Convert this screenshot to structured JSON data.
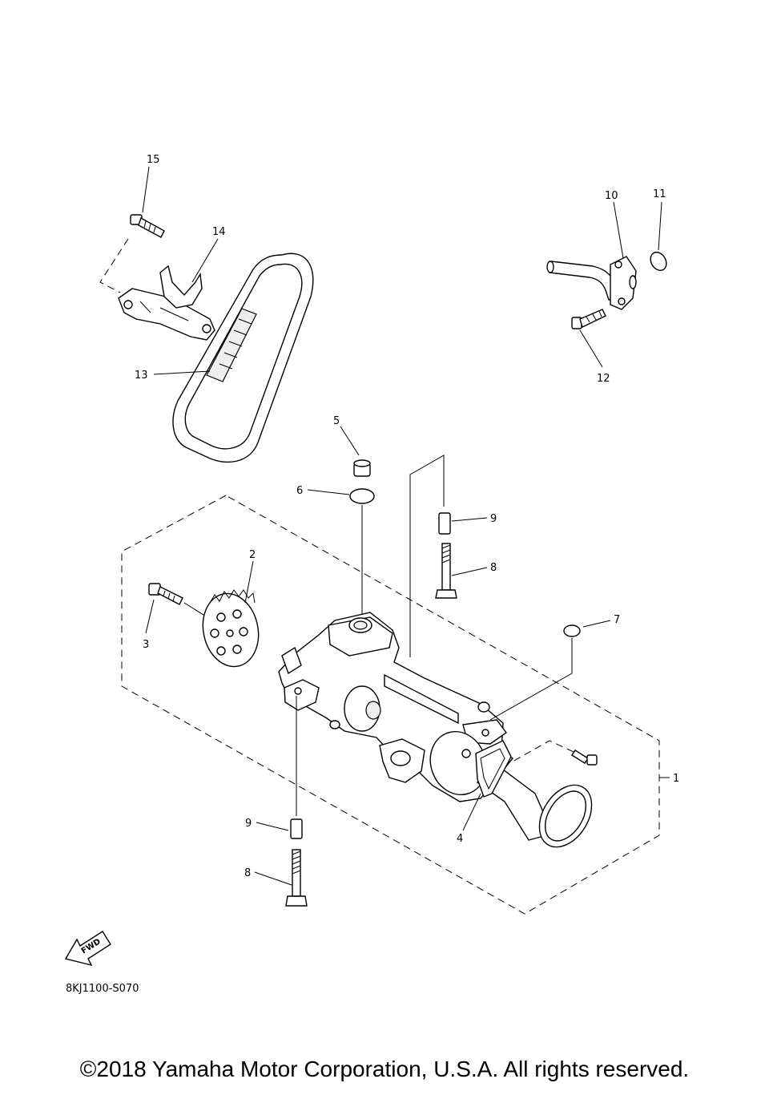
{
  "callouts": {
    "c1": "1",
    "c2": "2",
    "c3": "3",
    "c4": "4",
    "c5": "5",
    "c6": "6",
    "c7": "7",
    "c8a": "8",
    "c8b": "8",
    "c9a": "9",
    "c9b": "9",
    "c10": "10",
    "c11": "11",
    "c12": "12",
    "c13": "13",
    "c14": "14",
    "c15": "15"
  },
  "fwd_label": "FWD",
  "diagram_code": "8KJ1100-S070",
  "copyright": "©2018 Yamaha Motor Corporation, U.S.A. All rights reserved."
}
